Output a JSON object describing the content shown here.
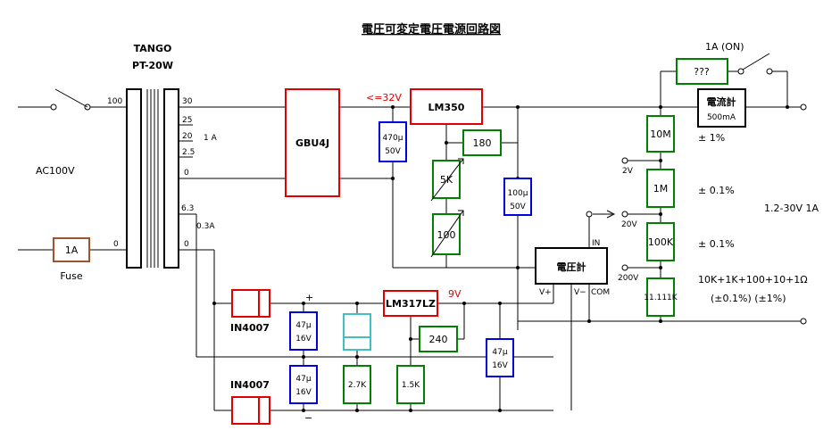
{
  "title": "電圧可変定電圧電源回路図",
  "transformer": {
    "brand": "TANGO",
    "model": "PT-20W",
    "primary_100": "100",
    "primary_0": "0",
    "tap_30": "30",
    "tap_25": "25",
    "tap_20": "20",
    "tap_2_5": "2.5",
    "tap_0": "0",
    "tap_current": "1 A",
    "tap_6_3": "6.3",
    "tap_0_3a": "0.3A",
    "tap_0b": "0"
  },
  "input": {
    "ac_label": "AC100V",
    "fuse_value": "1A",
    "fuse_label": "Fuse"
  },
  "main": {
    "bridge": "GBU4J",
    "vin_note": "<=32V",
    "reg": "LM350",
    "cap_in_line1": "470μ",
    "cap_in_line2": "50V",
    "r180": "180",
    "vr5k": "5K",
    "vr100": "100",
    "cap_out_line1": "100μ",
    "cap_out_line2": "50V"
  },
  "ammeter": {
    "name": "電流計",
    "range": "500mA",
    "shunt": "???",
    "switch_label": "1A (ON)"
  },
  "voltmeter": {
    "name": "電圧計",
    "in_label": "IN",
    "vplus": "V+",
    "vminus": "V−",
    "com": "COM"
  },
  "divider": {
    "r10m": "10M",
    "r1m": "1M",
    "r100k": "100K",
    "r11k": "11.111K",
    "tol_10m": "± 1%",
    "tol_1m": "± 0.1%",
    "tol_100k": "± 0.1%",
    "combo": "10K+1K+100+10+1Ω",
    "combo_tol": "(±0.1%)    (±1%)",
    "range_2v": "2V",
    "range_20v": "20V",
    "range_200v": "200V",
    "output": "1.2-30V 1A"
  },
  "aux": {
    "diode_top": "IN4007",
    "diode_bottom": "IN4007",
    "plus": "+",
    "minus": "−",
    "cap1_line1": "47μ",
    "cap1_line2": "16V",
    "cap2_line1": "47μ",
    "cap2_line2": "16V",
    "reg": "LM317LZ",
    "vout": "9V",
    "r240": "240",
    "r2_7k": "2.7K",
    "r1_5k": "1.5K",
    "cap3_line1": "47μ",
    "cap3_line2": "16V"
  }
}
